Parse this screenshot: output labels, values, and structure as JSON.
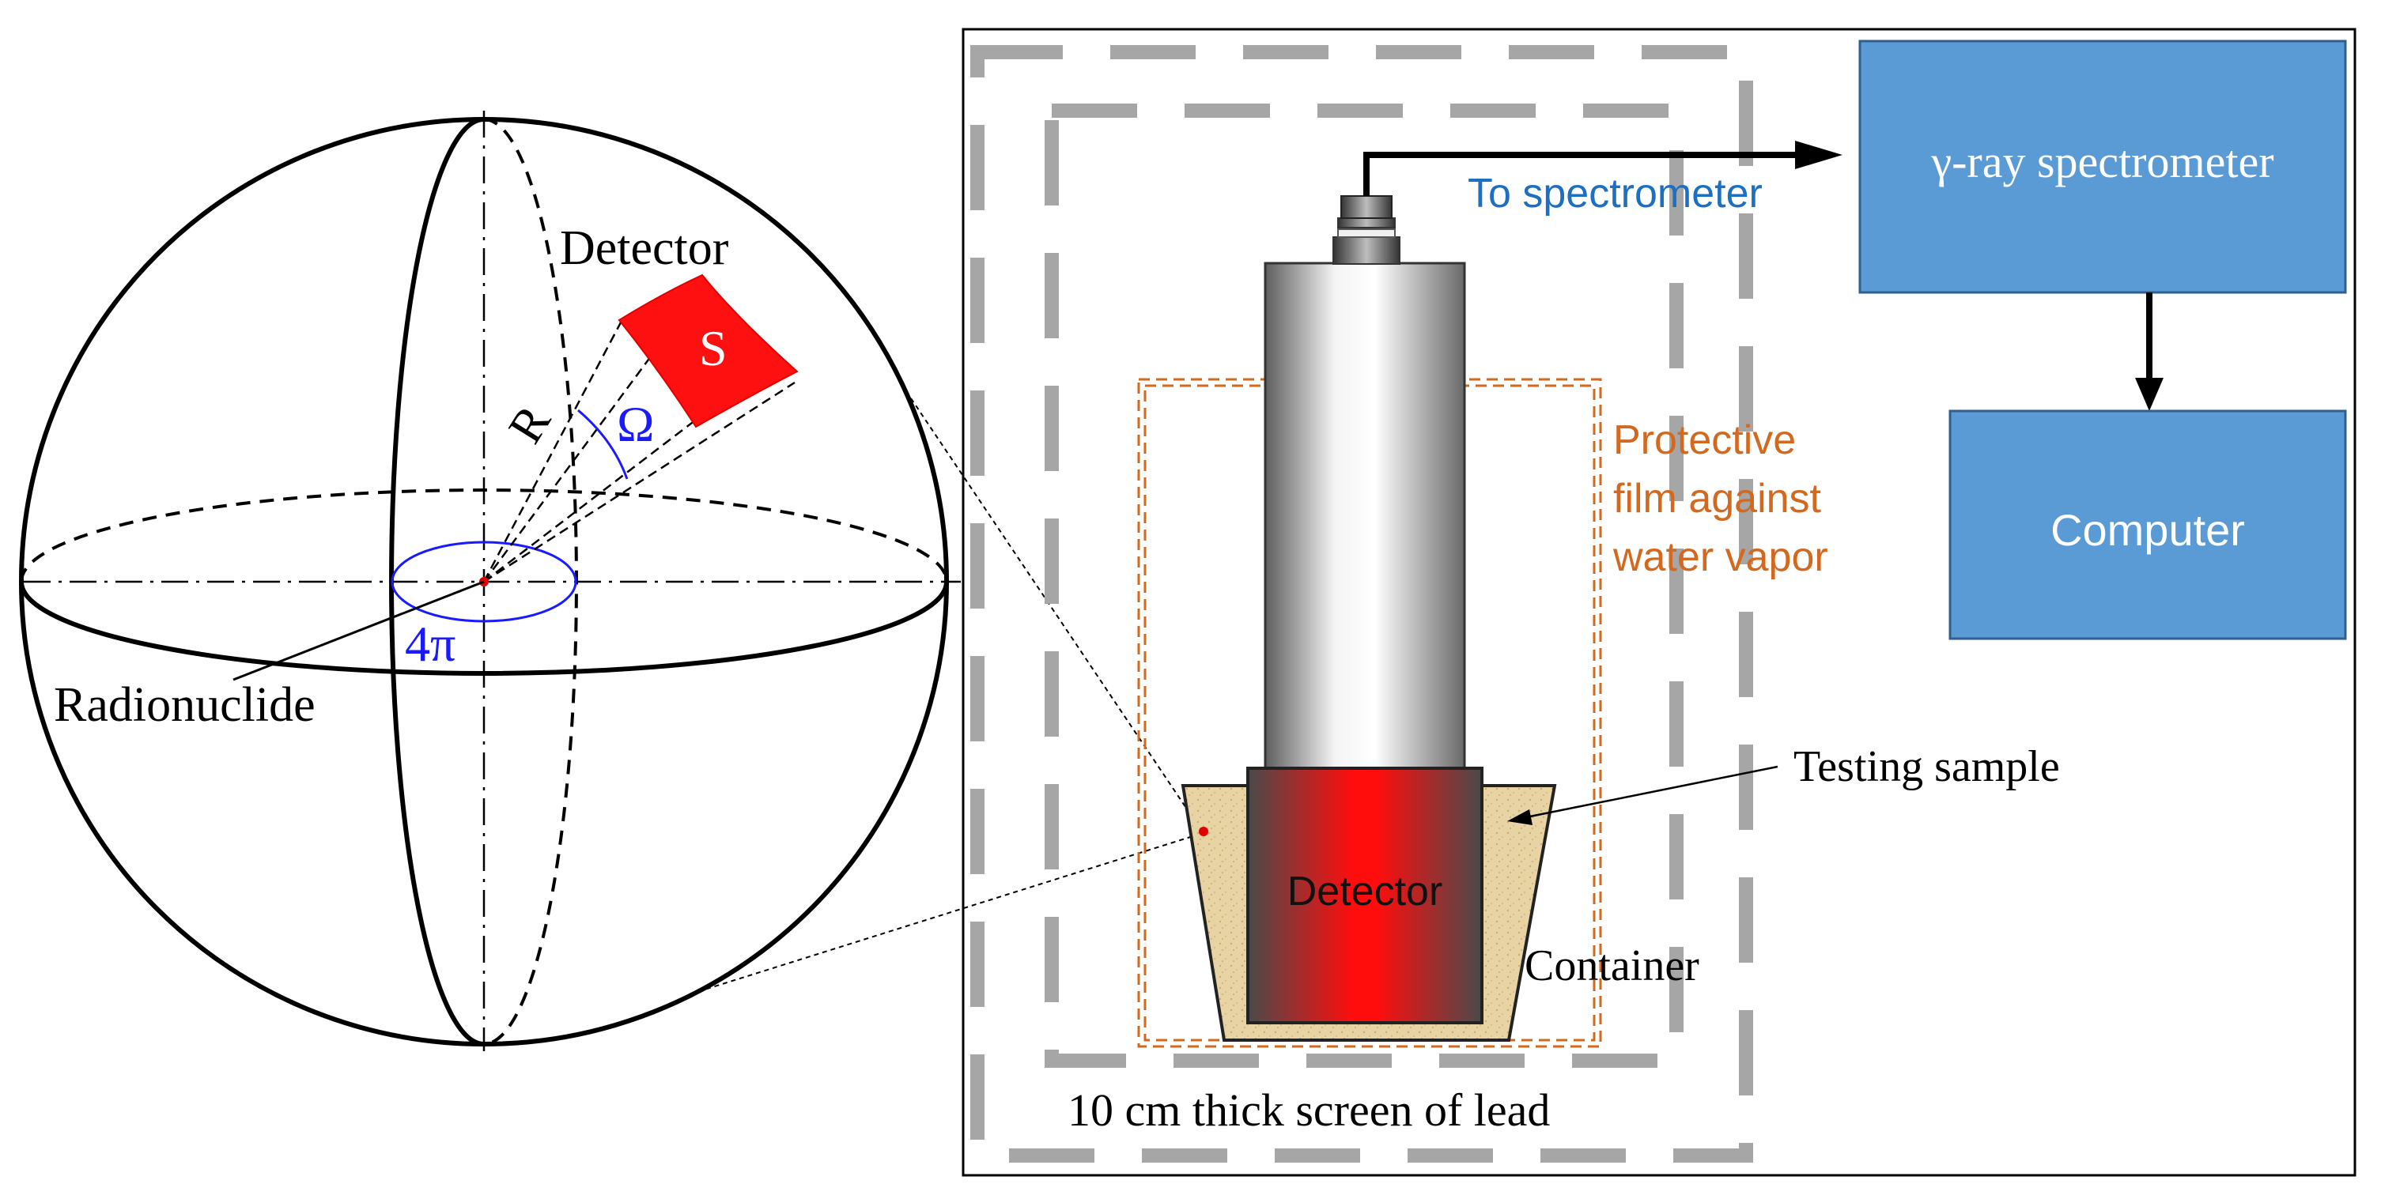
{
  "sphere": {
    "detector_label": "Detector",
    "area_label": "S",
    "radius_label": "R",
    "solid_angle_label": "Ω",
    "full_angle_label": "4π",
    "source_label": "Radionuclide"
  },
  "setup": {
    "outlet_label": "To spectrometer",
    "film_label_line1": "Protective",
    "film_label_line2": "film against",
    "film_label_line3": "water vapor",
    "sample_label": "Testing sample",
    "detector_label": "Detector",
    "container_label": "Container",
    "shield_label": "10 cm thick screen of lead",
    "spectrometer_label": "γ-ray spectrometer",
    "computer_label": "Computer"
  },
  "colors": {
    "detector_red": "#ff1010",
    "box_blue": "#5b9bd5",
    "blue_text": "#1c6fc1",
    "orange": "#d2691e",
    "lead_gray": "#a6a6a6",
    "sand": "#e6cf9c"
  }
}
